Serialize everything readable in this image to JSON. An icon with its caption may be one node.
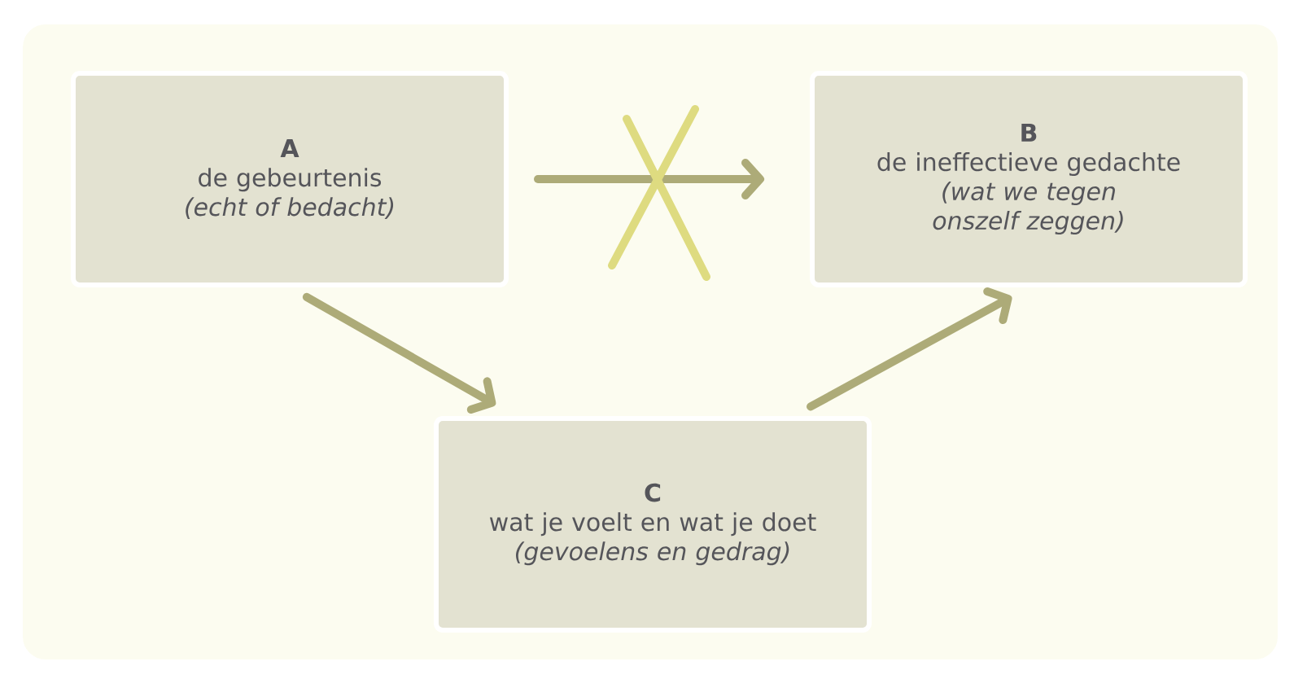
{
  "diagram": {
    "nodes": [
      {
        "text": [
          "A",
          "de gebeurtenis",
          "(echt of bedacht)"
        ]
      },
      {
        "text": [
          "B",
          "de ineffectieve gedachte",
          "(wat we tegen onszelf zeggen)"
        ]
      },
      {
        "text": [
          "C",
          "wat je voelt en wat je doet",
          "(gevoelens en gedrag)"
        ]
      }
    ],
    "edges": [
      {
        "from": 0,
        "to": 1,
        "arrow": "to"
      },
      {
        "from": 0,
        "to": 2,
        "arrow": "to"
      },
      {
        "from": 2,
        "to": 1,
        "arrow": "to"
      }
    ]
  }
}
